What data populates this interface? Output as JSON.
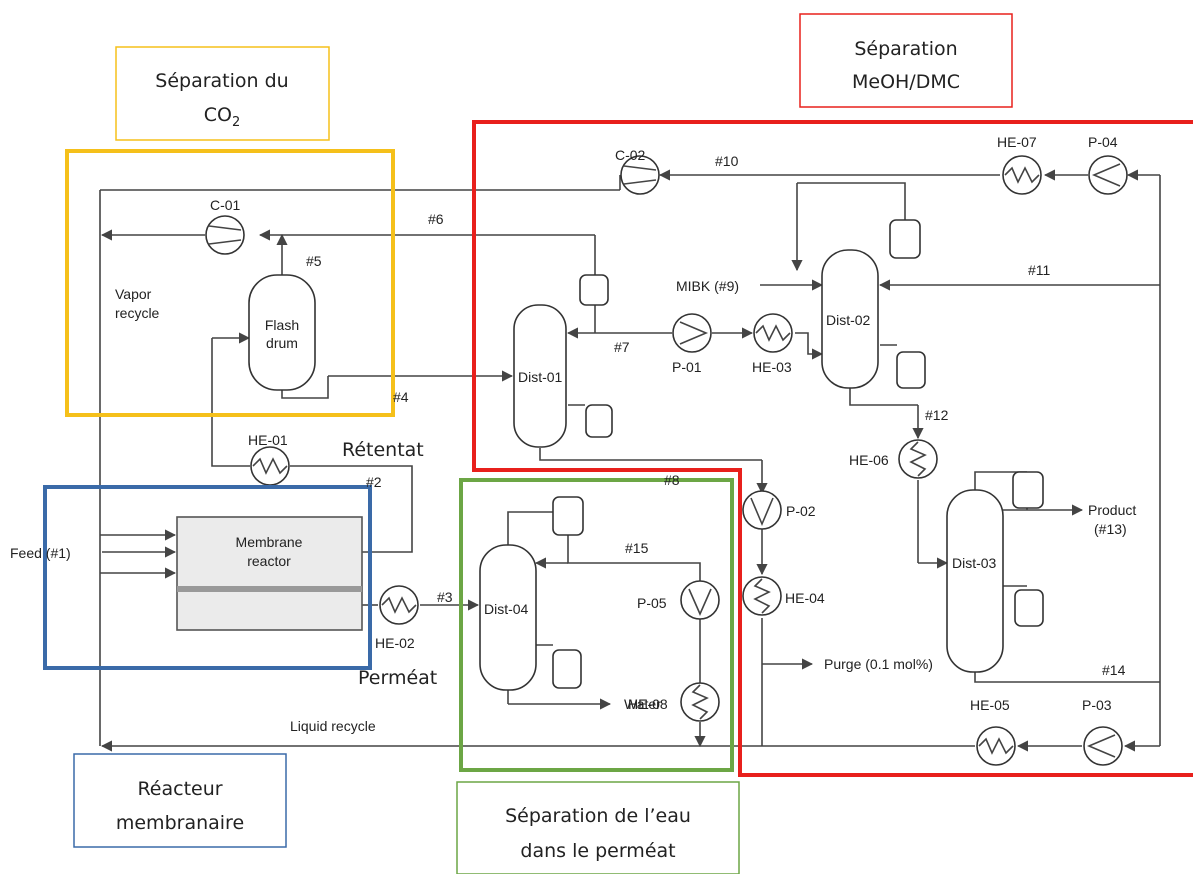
{
  "region_boxes": {
    "co2": {
      "line1": "Séparation du",
      "line2": "CO",
      "line2_sub": "2",
      "color": "#f5c01a"
    },
    "meoh": {
      "line1": "Séparation",
      "line2": "MeOH/DMC",
      "color": "#e8201c"
    },
    "reactor": {
      "line1": "Réacteur",
      "line2": "membranaire",
      "color": "#3a6aa8"
    },
    "water": {
      "line1": "Séparation de l’eau",
      "line2": "dans le perméat",
      "color": "#6ca645"
    }
  },
  "overlay_labels": {
    "retentat": "Rétentat",
    "permeat": "Perméat"
  },
  "equipment": {
    "c01": "C-01",
    "c02": "C-02",
    "he01": "HE-01",
    "he02": "HE-02",
    "he03": "HE-03",
    "he04": "HE-04",
    "he05": "HE-05",
    "he06": "HE-06",
    "he07": "HE-07",
    "he08": "HE-08",
    "p01": "P-01",
    "p02": "P-02",
    "p03": "P-03",
    "p04": "P-04",
    "p05": "P-05",
    "flash_line1": "Flash",
    "flash_line2": "drum",
    "reactor_line1": "Membrane",
    "reactor_line2": "reactor",
    "dist01": "Dist-01",
    "dist02": "Dist-02",
    "dist03": "Dist-03",
    "dist04": "Dist-04"
  },
  "streams": {
    "s2": "#2",
    "s3": "#3",
    "s4": "#4",
    "s5": "#5",
    "s6": "#6",
    "s7": "#7",
    "s8": "#8",
    "s10": "#10",
    "s11": "#11",
    "s12": "#12",
    "s14": "#14",
    "s15": "#15",
    "feed": "Feed (#1)",
    "mibk": "MIBK (#9)",
    "product_line1": "Product",
    "product_line2": "(#13)",
    "water": "Water",
    "purge": "Purge (0.1 mol%)",
    "vapor_line1": "Vapor",
    "vapor_line2": "recycle",
    "liquid": "Liquid recycle"
  },
  "colors": {
    "line": "#444444",
    "reactor_fill": "#ebebeb",
    "membrane": "#999999"
  }
}
